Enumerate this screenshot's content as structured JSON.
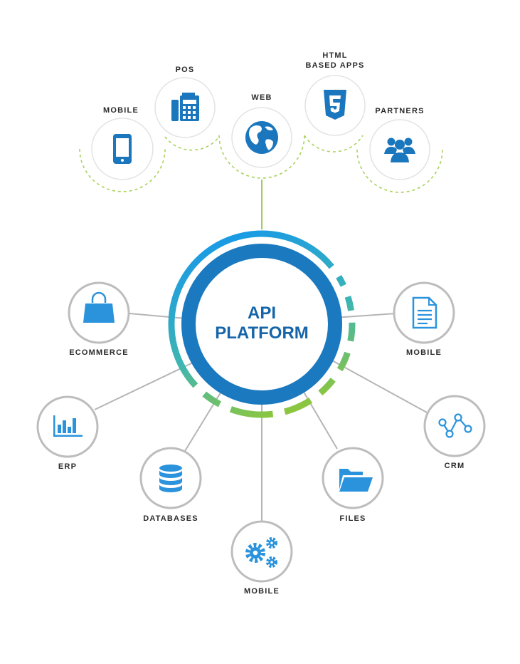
{
  "colors": {
    "accent_blue": "#1a76bd",
    "icon_blue": "#2a93dc",
    "ring_blue": "#1a79bf",
    "green": "#86c443",
    "teal": "#3bb6b8",
    "dashed_green": "#a9d25e",
    "connector_gray": "#b5b5b5",
    "circle_stroke_top": "#e3e3e3",
    "circle_stroke_bottom": "#bdbdbd"
  },
  "center": {
    "line1": "API",
    "line2": "PLATFORM"
  },
  "top_nodes": [
    {
      "id": "mobile",
      "label": "MOBILE",
      "icon": "smartphone-icon"
    },
    {
      "id": "pos",
      "label": "POS",
      "icon": "pos-terminal-icon"
    },
    {
      "id": "web",
      "label": "WEB",
      "icon": "globe-icon"
    },
    {
      "id": "html",
      "label_line1": "HTML",
      "label_line2": "BASED APPS",
      "icon": "html5-icon"
    },
    {
      "id": "partners",
      "label": "PARTNERS",
      "icon": "users-group-icon"
    }
  ],
  "bottom_nodes": [
    {
      "id": "ecommerce",
      "label": "ECOMMERCE",
      "icon": "shopping-bag-icon"
    },
    {
      "id": "mobile-doc",
      "label": "MOBILE",
      "icon": "document-icon"
    },
    {
      "id": "erp",
      "label": "ERP",
      "icon": "bar-chart-icon"
    },
    {
      "id": "crm",
      "label": "CRM",
      "icon": "network-graph-icon"
    },
    {
      "id": "databases",
      "label": "DATABASES",
      "icon": "database-icon"
    },
    {
      "id": "files",
      "label": "FILES",
      "icon": "open-folder-icon"
    },
    {
      "id": "mobile-gears",
      "label": "MOBILE",
      "icon": "gears-icon"
    }
  ]
}
